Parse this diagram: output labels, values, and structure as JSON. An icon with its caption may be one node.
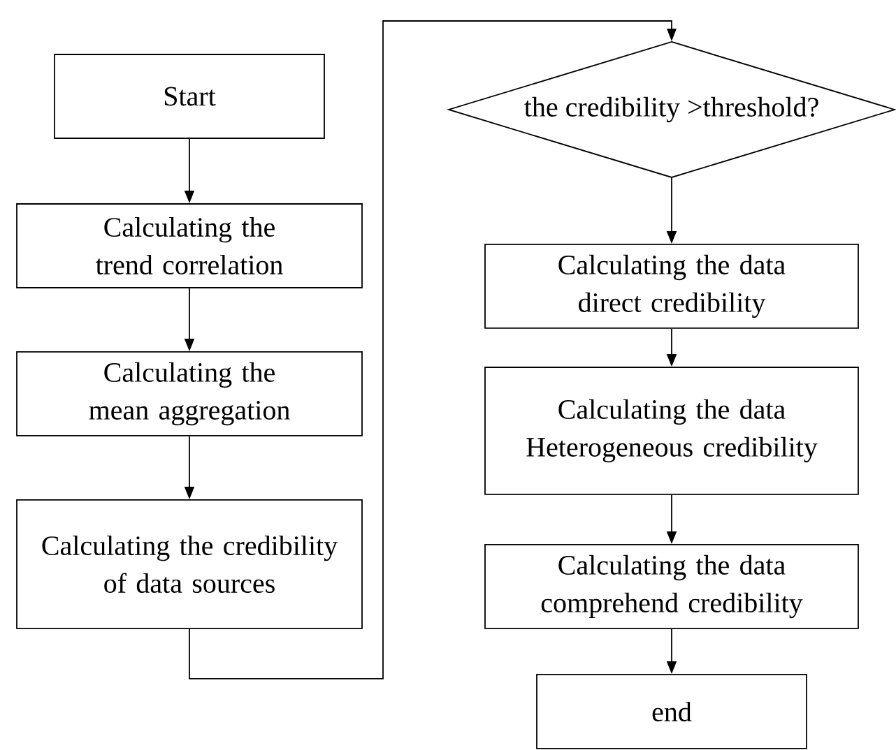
{
  "diagram": {
    "nodes": [
      {
        "text": [
          "Start"
        ]
      },
      {
        "text": [
          "Calculating the trend correlation"
        ]
      },
      {
        "text": [
          "Calculating the mean aggregation"
        ]
      },
      {
        "text": [
          "Calculating the credibility of data sources"
        ]
      },
      {
        "text": [
          "the credibility >threshold?"
        ]
      },
      {
        "text": [
          "Calculating the data direct credibility"
        ]
      },
      {
        "text": [
          "Calculating the data Heterogeneous credibility"
        ]
      },
      {
        "text": [
          "Calculating the data comprehend credibility"
        ]
      },
      {
        "text": [
          "end"
        ]
      }
    ],
    "edges": [
      {
        "from": 0,
        "to": 1,
        "arrow": "to"
      },
      {
        "from": 1,
        "to": 2,
        "arrow": "to"
      },
      {
        "from": 2,
        "to": 3,
        "arrow": "to"
      },
      {
        "from": 3,
        "to": 4,
        "arrow": "to"
      },
      {
        "from": 4,
        "to": 5,
        "arrow": "to"
      },
      {
        "from": 5,
        "to": 6,
        "arrow": "to"
      },
      {
        "from": 6,
        "to": 7,
        "arrow": "to"
      },
      {
        "from": 7,
        "to": 8,
        "arrow": "to"
      }
    ]
  }
}
